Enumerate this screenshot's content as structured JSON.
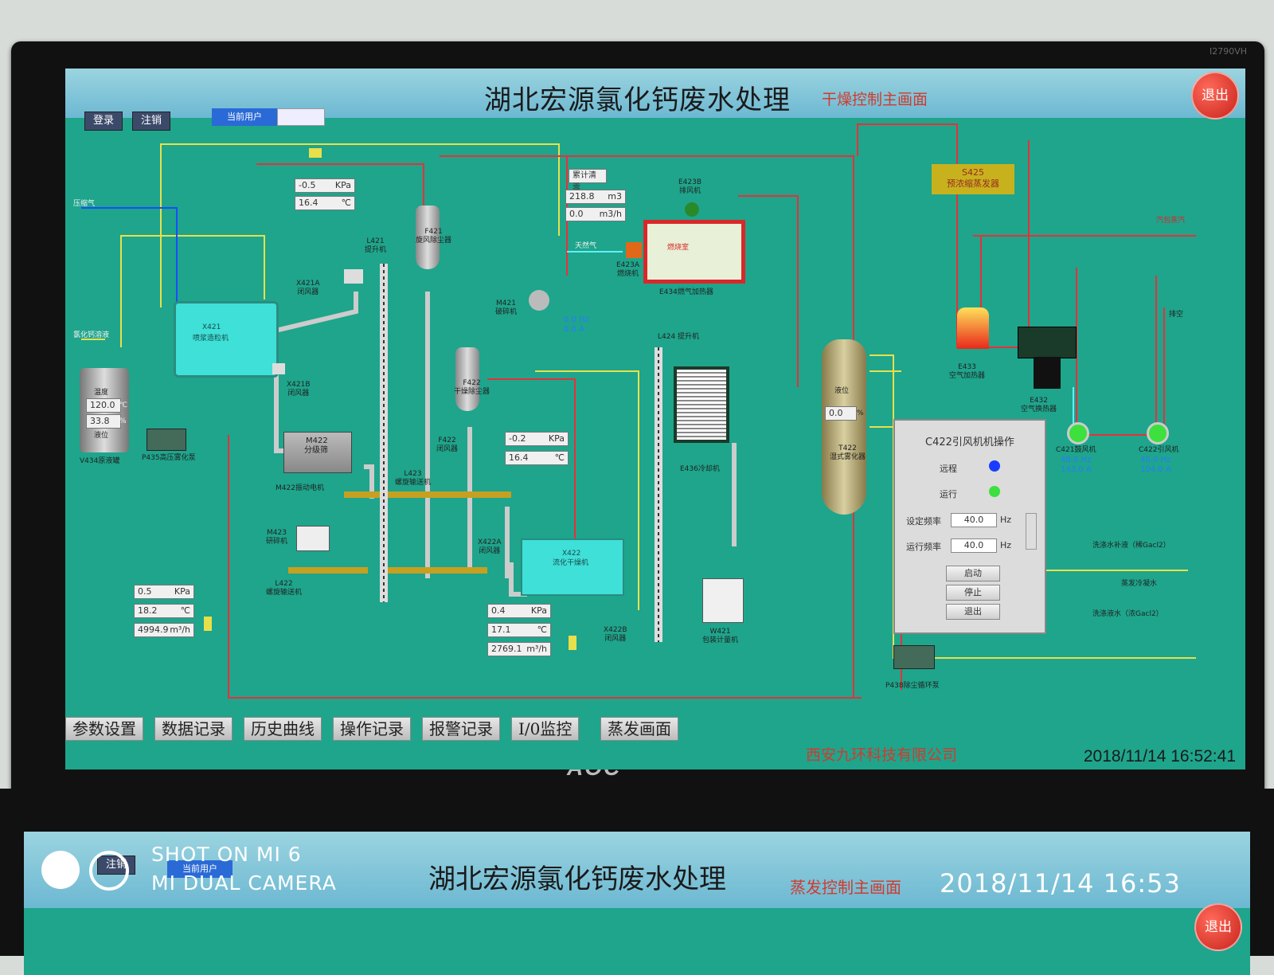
{
  "monitor": {
    "brand": "AOC",
    "model_tag": "I2790VH"
  },
  "header": {
    "title": "湖北宏源氯化钙废水处理",
    "subtitle": "干燥控制主画面",
    "login": "登录",
    "logout": "注销",
    "current_user": "当前用户",
    "exit": "退出"
  },
  "process": {
    "compressed_air": "压缩气",
    "chloride_feed": "氯化钙溶液",
    "v434": {
      "temp_label": "温度",
      "temp": "120.0",
      "temp_unit": "℃",
      "level": "33.8",
      "level_unit": "%",
      "level_label": "液位",
      "name": "V434原液罐"
    },
    "p435": "P435高压雾化泵",
    "x421": {
      "name": "X421",
      "desc": "喷浆造粒机"
    },
    "x421a": "X421A\n闭风器",
    "x421b": "X421B\n闭风器",
    "l421": "L421\n提升机",
    "f421": "F421\n旋风除尘器",
    "f422": "F422\n干燥除尘器",
    "f422_valve": "F422\n闭风器",
    "m421": "M421\n破碎机",
    "m421_hz": "0.0",
    "m421_a": "0.0",
    "hz": "Hz",
    "a": "A",
    "m422": {
      "name": "M422",
      "desc": "分级筛"
    },
    "m422_motor": "M422振动电机",
    "m423": "M423\n研碎机",
    "l422": "L422\n螺旋输送机",
    "l423": "L423\n螺旋输送机",
    "x422": {
      "name": "X422",
      "desc": "流化干燥机"
    },
    "x422a": "X422A\n闭风器",
    "x422b": "X422B\n闭风器",
    "l424": "L424 提升机",
    "e436": "E436冷却机",
    "w421": "W421\n包装计量机",
    "e423a": "E423A\n燃烧机",
    "e423b": "E423B\n排风机",
    "e434": "E434燃气加热器",
    "heater_inner": "燃烧室",
    "natural_gas": "天然气",
    "acc_reset": "累计清零",
    "gas_total": "218.8",
    "gas_total_unit": "m3",
    "gas_flow": "0.0",
    "gas_flow_unit": "m3/h",
    "top_press": "-0.5",
    "top_temp": "16.4",
    "mid_press": "-0.2",
    "mid_temp": "16.4",
    "left_press": "0.5",
    "left_temp": "18.2",
    "left_flow": "4994.9",
    "bot_press": "0.4",
    "bot_temp": "17.1",
    "bot_flow": "2769.1",
    "kpa": "KPa",
    "celsius": "℃",
    "m3h": "m³/h",
    "s425": "S425\n预浓缩蒸发器",
    "steam_condensate": "汽包蒸汽",
    "vent": "排空",
    "e433": "E433\n空气加热器",
    "e432": "E432\n空气换热器",
    "t422": {
      "level_label": "液位",
      "level": "0.0",
      "unit": "%",
      "name": "T422\n湿式雾化器"
    },
    "c421": {
      "name": "C421鼓风机",
      "hz": "48.0",
      "a": "143.0"
    },
    "c422": {
      "name": "C422引风机",
      "hz": "40.0",
      "a": "104.0"
    },
    "wash_make": "洗涤水补液（稀Gacl2）",
    "evap_cond": "蒸发冷凝水",
    "wash_out": "洗涤液水（浓Gacl2）",
    "p438": "P438除尘循环泵"
  },
  "panel": {
    "title": "C422引风机机操作",
    "remote": "远程",
    "run": "运行",
    "set_freq_label": "设定频率",
    "set_freq": "40.0",
    "run_freq_label": "运行频率",
    "run_freq": "40.0",
    "unit": "Hz",
    "start": "启动",
    "stop": "停止",
    "exit": "退出",
    "remote_color": "#1a3cff",
    "run_color": "#3de03d"
  },
  "nav": [
    "参数设置",
    "数据记录",
    "历史曲线",
    "操作记录",
    "报警记录",
    "I/0监控",
    "蒸发画面"
  ],
  "footer": {
    "company": "西安九环科技有限公司",
    "clock": "2018/11/14 16:52:41"
  },
  "lower_screen": {
    "login": "注销",
    "title": "湖北宏源氯化钙废水处理",
    "subtitle": "蒸发控制主画面",
    "current_user": "当前用户",
    "exit": "退出"
  },
  "watermark": {
    "line1": "SHOT ON MI 6",
    "line2": "MI DUAL CAMERA",
    "time": "2018/11/14  16:53"
  }
}
